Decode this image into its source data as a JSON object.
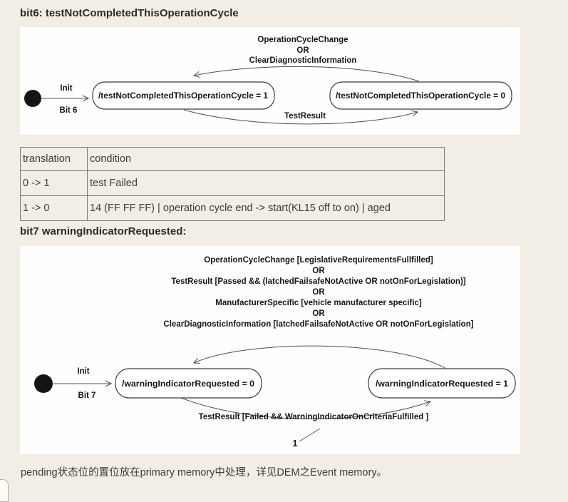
{
  "page": {
    "bottom_note": "pending状态位的置位放在primary memory中处理，详见DEM之Event memory。"
  },
  "colors": {
    "page_background": "#f2eee6",
    "panel_background": "#fefefe",
    "table_border": "#7d7a74",
    "diagram_text": "#161616"
  },
  "section_bit6": {
    "heading": "bit6: testNotCompletedThisOperationCycle",
    "diagram": {
      "top_transition_lines": [
        "OperationCycleChange",
        "OR",
        "ClearDiagnosticInformation"
      ],
      "bottom_transition_label": "TestResult",
      "init_label": "Init",
      "bit_label": "Bit 6",
      "state_left": "/testNotCompletedThisOperationCycle  = 1",
      "state_right": "/testNotCompletedThisOperationCycle  = 0"
    },
    "table": {
      "headers": [
        "translation",
        "condition"
      ],
      "rows": [
        [
          "0 -> 1",
          "test Failed"
        ],
        [
          "1 -> 0",
          "14 (FF FF FF) | operation cycle end -> start(KL15 off to on) | aged"
        ]
      ]
    }
  },
  "section_bit7": {
    "heading": "bit7 warningIndicatorRequested:",
    "diagram": {
      "top_transition_lines": [
        "OperationCycleChange [LegislativeRequirementsFullfilled]",
        "OR",
        "TestResult [Passed && (latchedFailsafeNotActive OR notOnForLegislation)]",
        "OR",
        "ManufacturerSpecific [vehicle manufacturer specific]",
        "OR",
        "ClearDiagnosticInformation [latchedFailsafeNotActive OR notOnForLegislation]"
      ],
      "bottom_transition_label": "TestResult [Failed && WarningIndicatorOnCriteriaFulfilled ]",
      "annotation": "1",
      "init_label": "Init",
      "bit_label": "Bit 7",
      "state_left": "/warningIndicatorRequested = 0",
      "state_right": "/warningIndicatorRequested = 1"
    }
  }
}
